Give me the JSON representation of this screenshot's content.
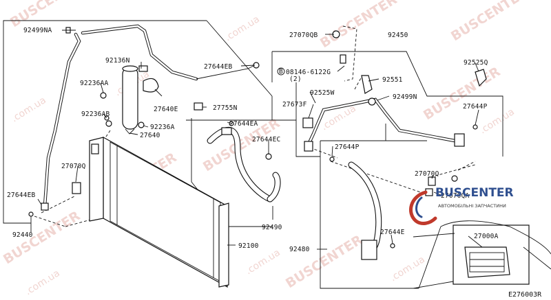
{
  "diagram": {
    "part_labels": {
      "p92499NA": "92499NA",
      "p27070QB": "27070QB",
      "p92450": "92450",
      "p92136N": "92136N",
      "p27644EB_top": "27644EB",
      "p92525Q": "92525Q",
      "p08146": "08146-6122G",
      "p08146_qty": "(2)",
      "p92551": "92551",
      "p92236AA": "92236AA",
      "p27640E": "27640E",
      "p92525W": "92525W",
      "p27755N": "27755N",
      "p92499N": "92499N",
      "p27673F": "27673F",
      "p27644P_right": "27644P",
      "p92236AB": "92236AB",
      "p92236A": "92236A",
      "p27644EA": "27644EA",
      "p27640": "27640",
      "p27644EC": "27644EC",
      "p27644P_mid": "27644P",
      "p27070Q_left": "27070Q",
      "p27070Q_right": "27070Q",
      "p27070QA": "27070QA",
      "p27644EB_left": "27644EB",
      "p92440": "92440",
      "p92490": "92490",
      "p27644E": "27644E",
      "p27000A": "27000A",
      "p92100": "92100",
      "p92480": "92480"
    },
    "bolt_marker": "B",
    "reference_code": "E276003R"
  },
  "watermark": {
    "brand": "BUSCENTER",
    "url": ".com.ua"
  },
  "logo": {
    "name": "BUSCENTER",
    "tagline": "АВТОМОБІЛЬНІ ЗАПЧАСТИНИ",
    "accent_color": "#2f4f8f",
    "mark_color": "#c0392b"
  }
}
